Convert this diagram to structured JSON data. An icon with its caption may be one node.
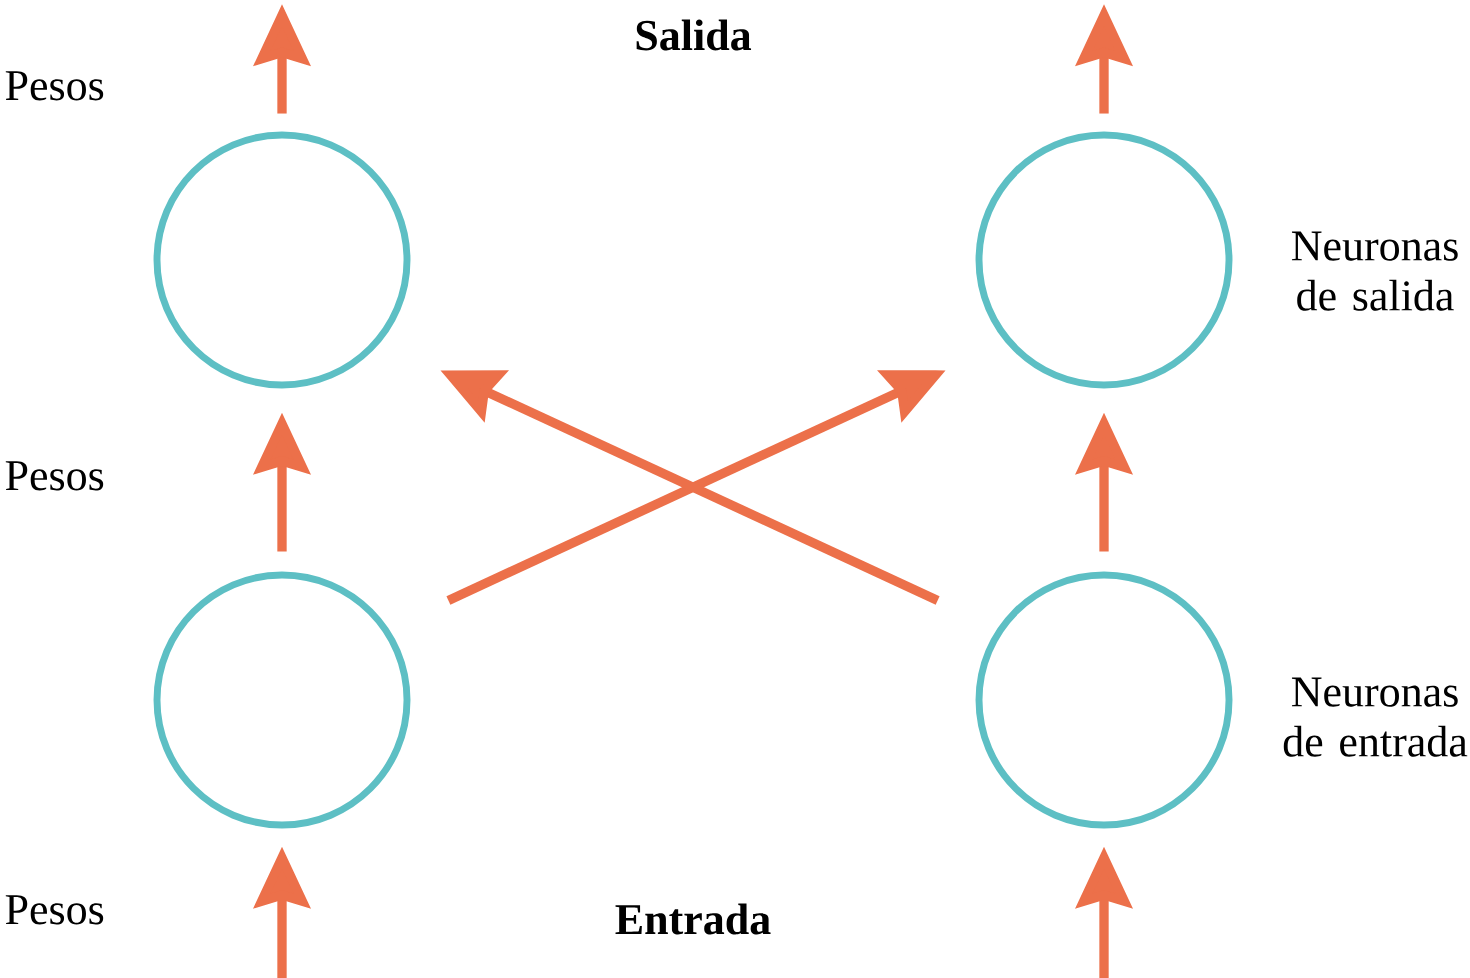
{
  "diagram": {
    "nodes": [
      {
        "text": [],
        "shape": "circle"
      },
      {
        "text": [],
        "shape": "circle",
        "beside": [
          "Neuronas de salida"
        ]
      },
      {
        "text": [],
        "shape": "circle"
      },
      {
        "text": [],
        "shape": "circle",
        "beside": [
          "Neuronas de entrada"
        ]
      }
    ],
    "edges": [
      {
        "from": 0,
        "to": null,
        "arrow": "to"
      },
      {
        "from": 1,
        "to": null,
        "arrow": "to"
      },
      {
        "from": 2,
        "to": 0,
        "arrow": "to"
      },
      {
        "from": 3,
        "to": 1,
        "arrow": "to"
      },
      {
        "from": 2,
        "to": 1,
        "arrow": "to"
      },
      {
        "from": 3,
        "to": 0,
        "arrow": "to"
      },
      {
        "from": null,
        "to": 2,
        "arrow": "to"
      },
      {
        "from": null,
        "to": 3,
        "arrow": "to"
      }
    ],
    "labels": [
      "Salida",
      "Pesos",
      "Pesos",
      "Pesos",
      "Entrada"
    ]
  }
}
